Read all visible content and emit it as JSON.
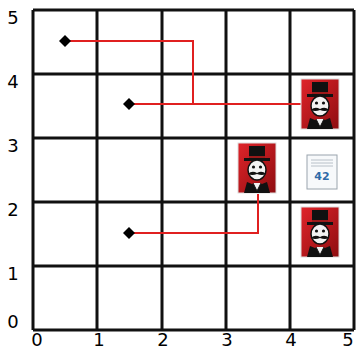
{
  "diagram": {
    "labels": [
      "5",
      "4",
      "3",
      "42",
      "2",
      "1",
      "0",
      "0",
      "1",
      "2",
      "3",
      "4",
      "5"
    ]
  }
}
